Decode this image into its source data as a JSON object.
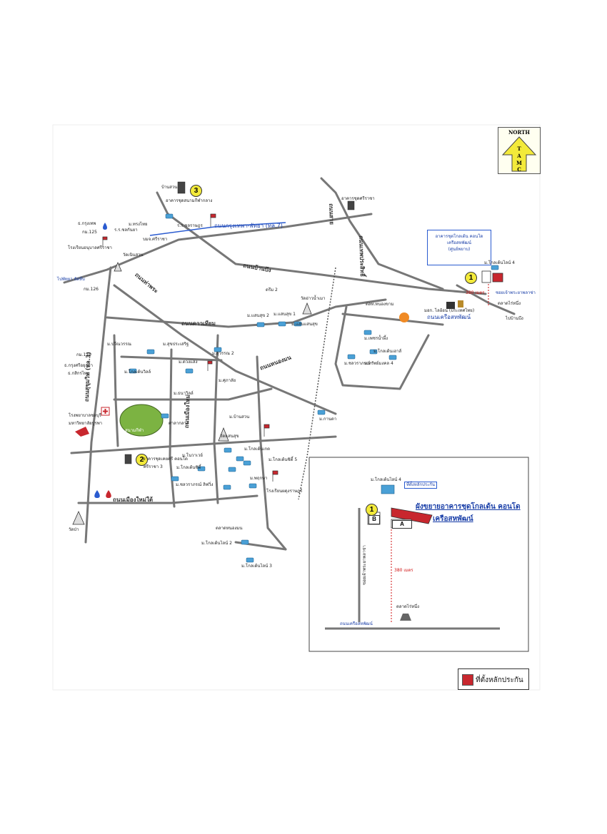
{
  "north_arrow": {
    "label": "NORTH",
    "letters": [
      "T",
      "A",
      "M",
      "C"
    ]
  },
  "markers": {
    "one": "1",
    "two": "2",
    "three": "3"
  },
  "callout": {
    "lines": [
      "อาคารชุดโกลเด้น คอนโด",
      "เครือสหพัฒน์",
      "(ศูนย์พยาบ)"
    ]
  },
  "roads": {
    "bangna_trat": "ถนนกรุงเทพฯ-พัทยา (ทล.7)",
    "ban_bueng": "ถนนบ้านบึง",
    "sukhumvit": "ถนนสุขุมวิท (ทล.3)",
    "dao_thian": "ถนนดาวเทียม",
    "nong_mon": "ถนนหนองมน",
    "mueang_mai": "ถนนเมืองใหม่",
    "mueang_mai_tai": "ถนนเมืองใหม่ใต้",
    "saha_phat": "ถนนเครือสหพัฒน์",
    "tha_phra": "ถนนท่าพระ",
    "sai_road": "ถนนสาย",
    "to_bang_bueng": "ไปบ้านบึง",
    "dao_tian_side": "ถนนเทพประสิทธิ์"
  },
  "labels": {
    "thai_1": "อาคารชุดสนามกีฬากลาง",
    "thai_2": "ร.ร.ชลราษฎร",
    "thai_3": "บ้านสวน",
    "thai_4": "บมจ.ศรีราชา",
    "thai_5": "ม.ทรงไทย",
    "thai_6": "ร.ร.ชลกันยา",
    "thai_7": "ธ.กรุงเทพ",
    "thai_8": "กม.125",
    "thai_9": "โรงเรียนอนุบาลศรีราชา",
    "thai_10": "วัดเนินสวน",
    "thai_11": "ไปพัทยา สัตหีบ",
    "thai_12": "กม.126",
    "thai_13": "อาคารชุดศรีราชา",
    "thai_14": "ม.โกลเด้นไลน์ 4",
    "thai_15": "ซอยเจ้าพระยาพลาซ่า",
    "thai_16": "ตลาดไร่หนึ่ง",
    "thai_17": "380 เมตร",
    "thai_18": "มอก. ไลอ้อน (ประเทศไทย)",
    "thai_19": "ตลท.หนองขาม",
    "thai_20": "ม.เพชรน้ำผึ้ง",
    "thai_21": "ม.โกลเด้นเฮาส์",
    "thai_22": "ม.ชลวราภรณ์",
    "thai_23": "ม.ทรัพย์มงคล 4",
    "thai_24": "ม.แสนสุข 2",
    "thai_25": "ม.แสนสุข 1",
    "thai_26": "ม.แสนแสนสุข",
    "thai_27": "ดรีม 2",
    "thai_28": "วัดอ่าวน้ำเมา",
    "thai_29": "ม.ปวีณวรรณ",
    "thai_30": "ม.สุขประเสริฐ",
    "thai_31": "ม.สุวรรณ 2",
    "thai_32": "ม.ศุภาลัย",
    "thai_33": "ม.โกลเด้นวิลล์",
    "thai_34": "กม.119",
    "thai_35": "ธ.กรุงศรีอยุธยา",
    "thai_36": "ธ.กสิกรไทย",
    "thai_37": "ม.ธนาวิลล์",
    "thai_38": "โรงพยาบาลชลบุรี",
    "thai_39": "สนามกีฬา",
    "thai_40": "ศาลากลาง",
    "thai_41": "มหาวิทยาลัยบูรพา",
    "thai_42": "ม.ดวงแสง",
    "thai_43": "วัดแสนสุข",
    "thai_44": "ม.กานดา",
    "thai_45": "อาคารชุดเคยศรี คอนโด",
    "thai_46": "ศรีราชา 3",
    "thai_47": "ม.โนวาเวย์",
    "thai_48": "ม.โกลเด้นซิตี้",
    "thai_49": "ม.ชลวราภรณ์ ลิฟวิ่ง",
    "thai_50": "ม.โกลเด้นเกต",
    "thai_51": "ม.พฤกษา",
    "thai_52": "โรงเรียนผดุงราษฎร์",
    "thai_53": "ม.โกลเด้นไลน์ 2",
    "thai_54": "ม.โกลเด้นไลน์ 3",
    "thai_55": "ตลาดหนองมน",
    "thai_56": "ม.โกลเด้นซิตี้ 5",
    "thai_57": "วัดป่า",
    "thai_58": "ม.บ้านสวน"
  },
  "inset": {
    "title_1": "ผังขยายอาคารชุดโกลเด้น คอนโด",
    "title_2": "เครือสหพัฒน์",
    "marker_label": "ที่ตั้งหลักประกัน",
    "village_label": "ม.โกลเด้นไลน์ 4",
    "distance": "380 เมตร",
    "soi_label": "ซอยเจ้าพระยาพลาซ่า",
    "market_label": "ตลาดไร่หนึ่ง",
    "road_label": "ถนนเครือสหพัฒน์",
    "box_a": "A",
    "box_b": "B",
    "marker_num": "1"
  },
  "legend": {
    "label": "ที่ตั้งหลักประกัน"
  },
  "colors": {
    "road": "#888888",
    "route": "#2a5bd0",
    "subject": "#c8272e",
    "marker": "#f3ea3a"
  }
}
